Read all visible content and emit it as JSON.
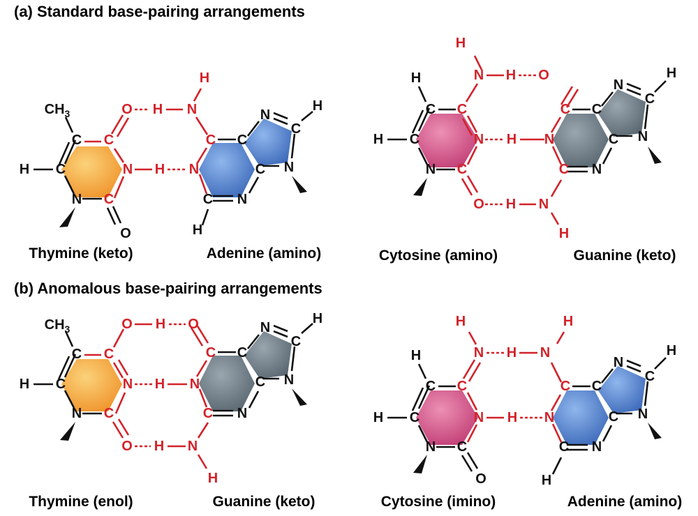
{
  "sections": {
    "a_title": "(a) Standard base-pairing arrangements",
    "b_title": "(b) Anomalous base-pairing arrangements"
  },
  "labels": {
    "thymine_keto": "Thymine (keto)",
    "adenine_amino": "Adenine (amino)",
    "cytosine_amino": "Cytosine (amino)",
    "guanine_keto": "Guanine (keto)",
    "thymine_enol": "Thymine (enol)",
    "cytosine_imino": "Cytosine (imino)"
  },
  "atoms": {
    "C": "C",
    "N": "N",
    "O": "O",
    "H": "H",
    "CH": "CH",
    "sub3": "3"
  },
  "colors": {
    "thymine": "#f5a13a",
    "adenine": "#4f7fce",
    "cytosine": "#cf4d84",
    "guanine": "#6c7b86",
    "bond_red": "#d2232a",
    "bond_black": "#111111"
  }
}
